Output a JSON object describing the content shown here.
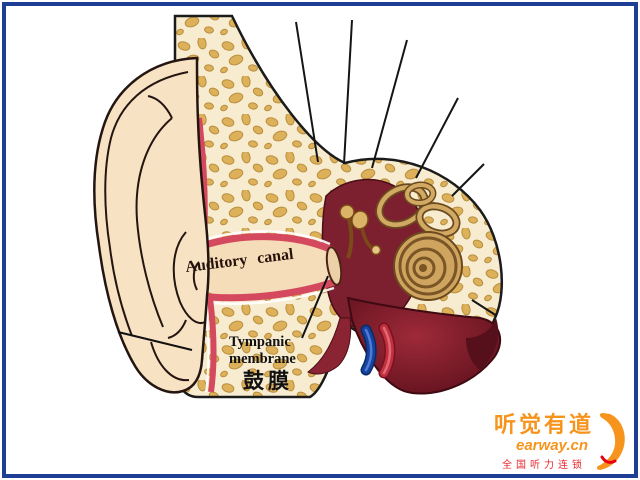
{
  "frame": {
    "border_color": "#1e3e96"
  },
  "diagram": {
    "labels": {
      "auditory_canal": "Auditory canal",
      "tympanic_line1": "Tympanic",
      "tympanic_line2": "membrane",
      "tympanic_cn": "鼓膜"
    },
    "colors": {
      "skin": "#f8e2c4",
      "bone_background": "#f7ecd0",
      "bone_spot": "#ddb05a",
      "cavity_red": "#7c1f2e",
      "deep_red": "#5c0f1c",
      "vessel_red": "#d4495e",
      "vessel_blue": "#15439e",
      "cochlea_tan": "#cfa45f",
      "outline": "#1b1b1b"
    }
  },
  "logo": {
    "brand_cn": "听觉有道",
    "domain": "earway.cn",
    "tagline_cn": "全国听力连锁",
    "brand_color": "#f7941d",
    "tagline_color": "#e8262d"
  }
}
